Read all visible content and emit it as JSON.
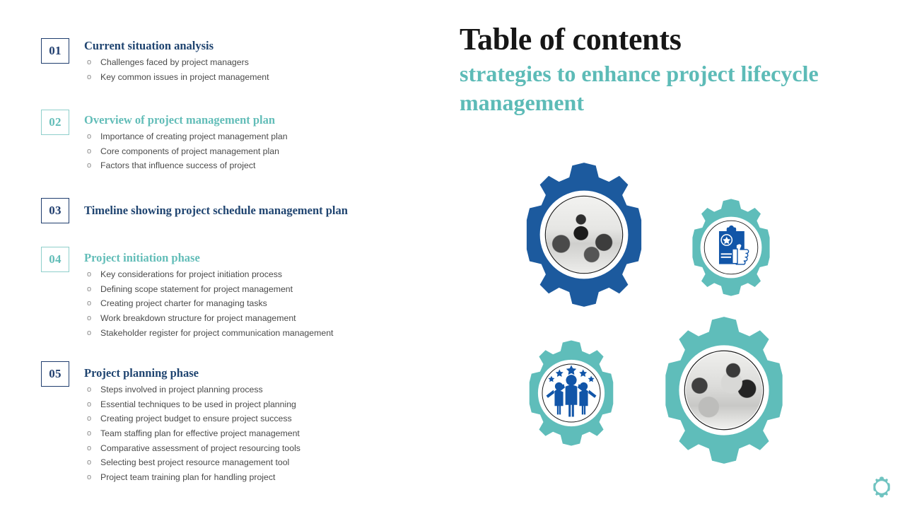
{
  "title": {
    "main": "Table of contents",
    "subtitle": "strategies to enhance project lifecycle management"
  },
  "colors": {
    "navy": "#1F4470",
    "teal": "#5DBBB7",
    "gear_blue": "#1C5A9E",
    "gear_teal": "#5FBDBA",
    "body_text": "#4A4A4A",
    "title_black": "#161616"
  },
  "bullet_glyph": "o",
  "sections": [
    {
      "number": "01",
      "number_style": "navy",
      "heading": "Current situation analysis",
      "heading_style": "navy",
      "items": [
        "Challenges faced by project managers",
        "Key common issues in project management"
      ]
    },
    {
      "number": "02",
      "number_style": "teal",
      "heading": "Overview of project management plan",
      "heading_style": "teal",
      "items": [
        "Importance of creating project management plan",
        "Core components of project management plan",
        "Factors that influence success of project"
      ]
    },
    {
      "number": "03",
      "number_style": "navy",
      "heading": "Timeline showing project schedule management plan",
      "heading_style": "navy",
      "items": []
    },
    {
      "number": "04",
      "number_style": "teal",
      "heading": "Project initiation phase",
      "heading_style": "teal",
      "items": [
        "Key considerations for project initiation process",
        "Defining scope statement for project management",
        "Creating project charter for managing tasks",
        "Work breakdown structure for project management",
        "Stakeholder register for project communication management"
      ]
    },
    {
      "number": "05",
      "number_style": "navy",
      "heading": "Project planning phase",
      "heading_style": "navy",
      "items": [
        "Steps involved in project planning process",
        "Essential techniques to be used in project planning",
        "Creating project budget to ensure project success",
        "Team staffing plan for effective project management",
        "Comparative assessment of project resourcing tools",
        "Selecting best project resource management tool",
        "Project team training plan for handling project"
      ]
    }
  ],
  "graphic": {
    "gears": [
      {
        "id": "gear-large-blue",
        "color": "#1C5A9E",
        "content": "photo-business-meeting-presenter",
        "content_type": "photo"
      },
      {
        "id": "gear-small-teal-top",
        "color": "#5FBDBA",
        "content": "clipboard-approval-icon",
        "content_type": "icon"
      },
      {
        "id": "gear-small-teal-bottom",
        "color": "#5FBDBA",
        "content": "team-success-people-icon",
        "content_type": "icon"
      },
      {
        "id": "gear-large-teal",
        "color": "#5FBDBA",
        "content": "photo-team-collaboration",
        "content_type": "photo"
      }
    ]
  },
  "watermark": {
    "name": "corner-gear-watermark",
    "color": "#6FC3C0"
  }
}
